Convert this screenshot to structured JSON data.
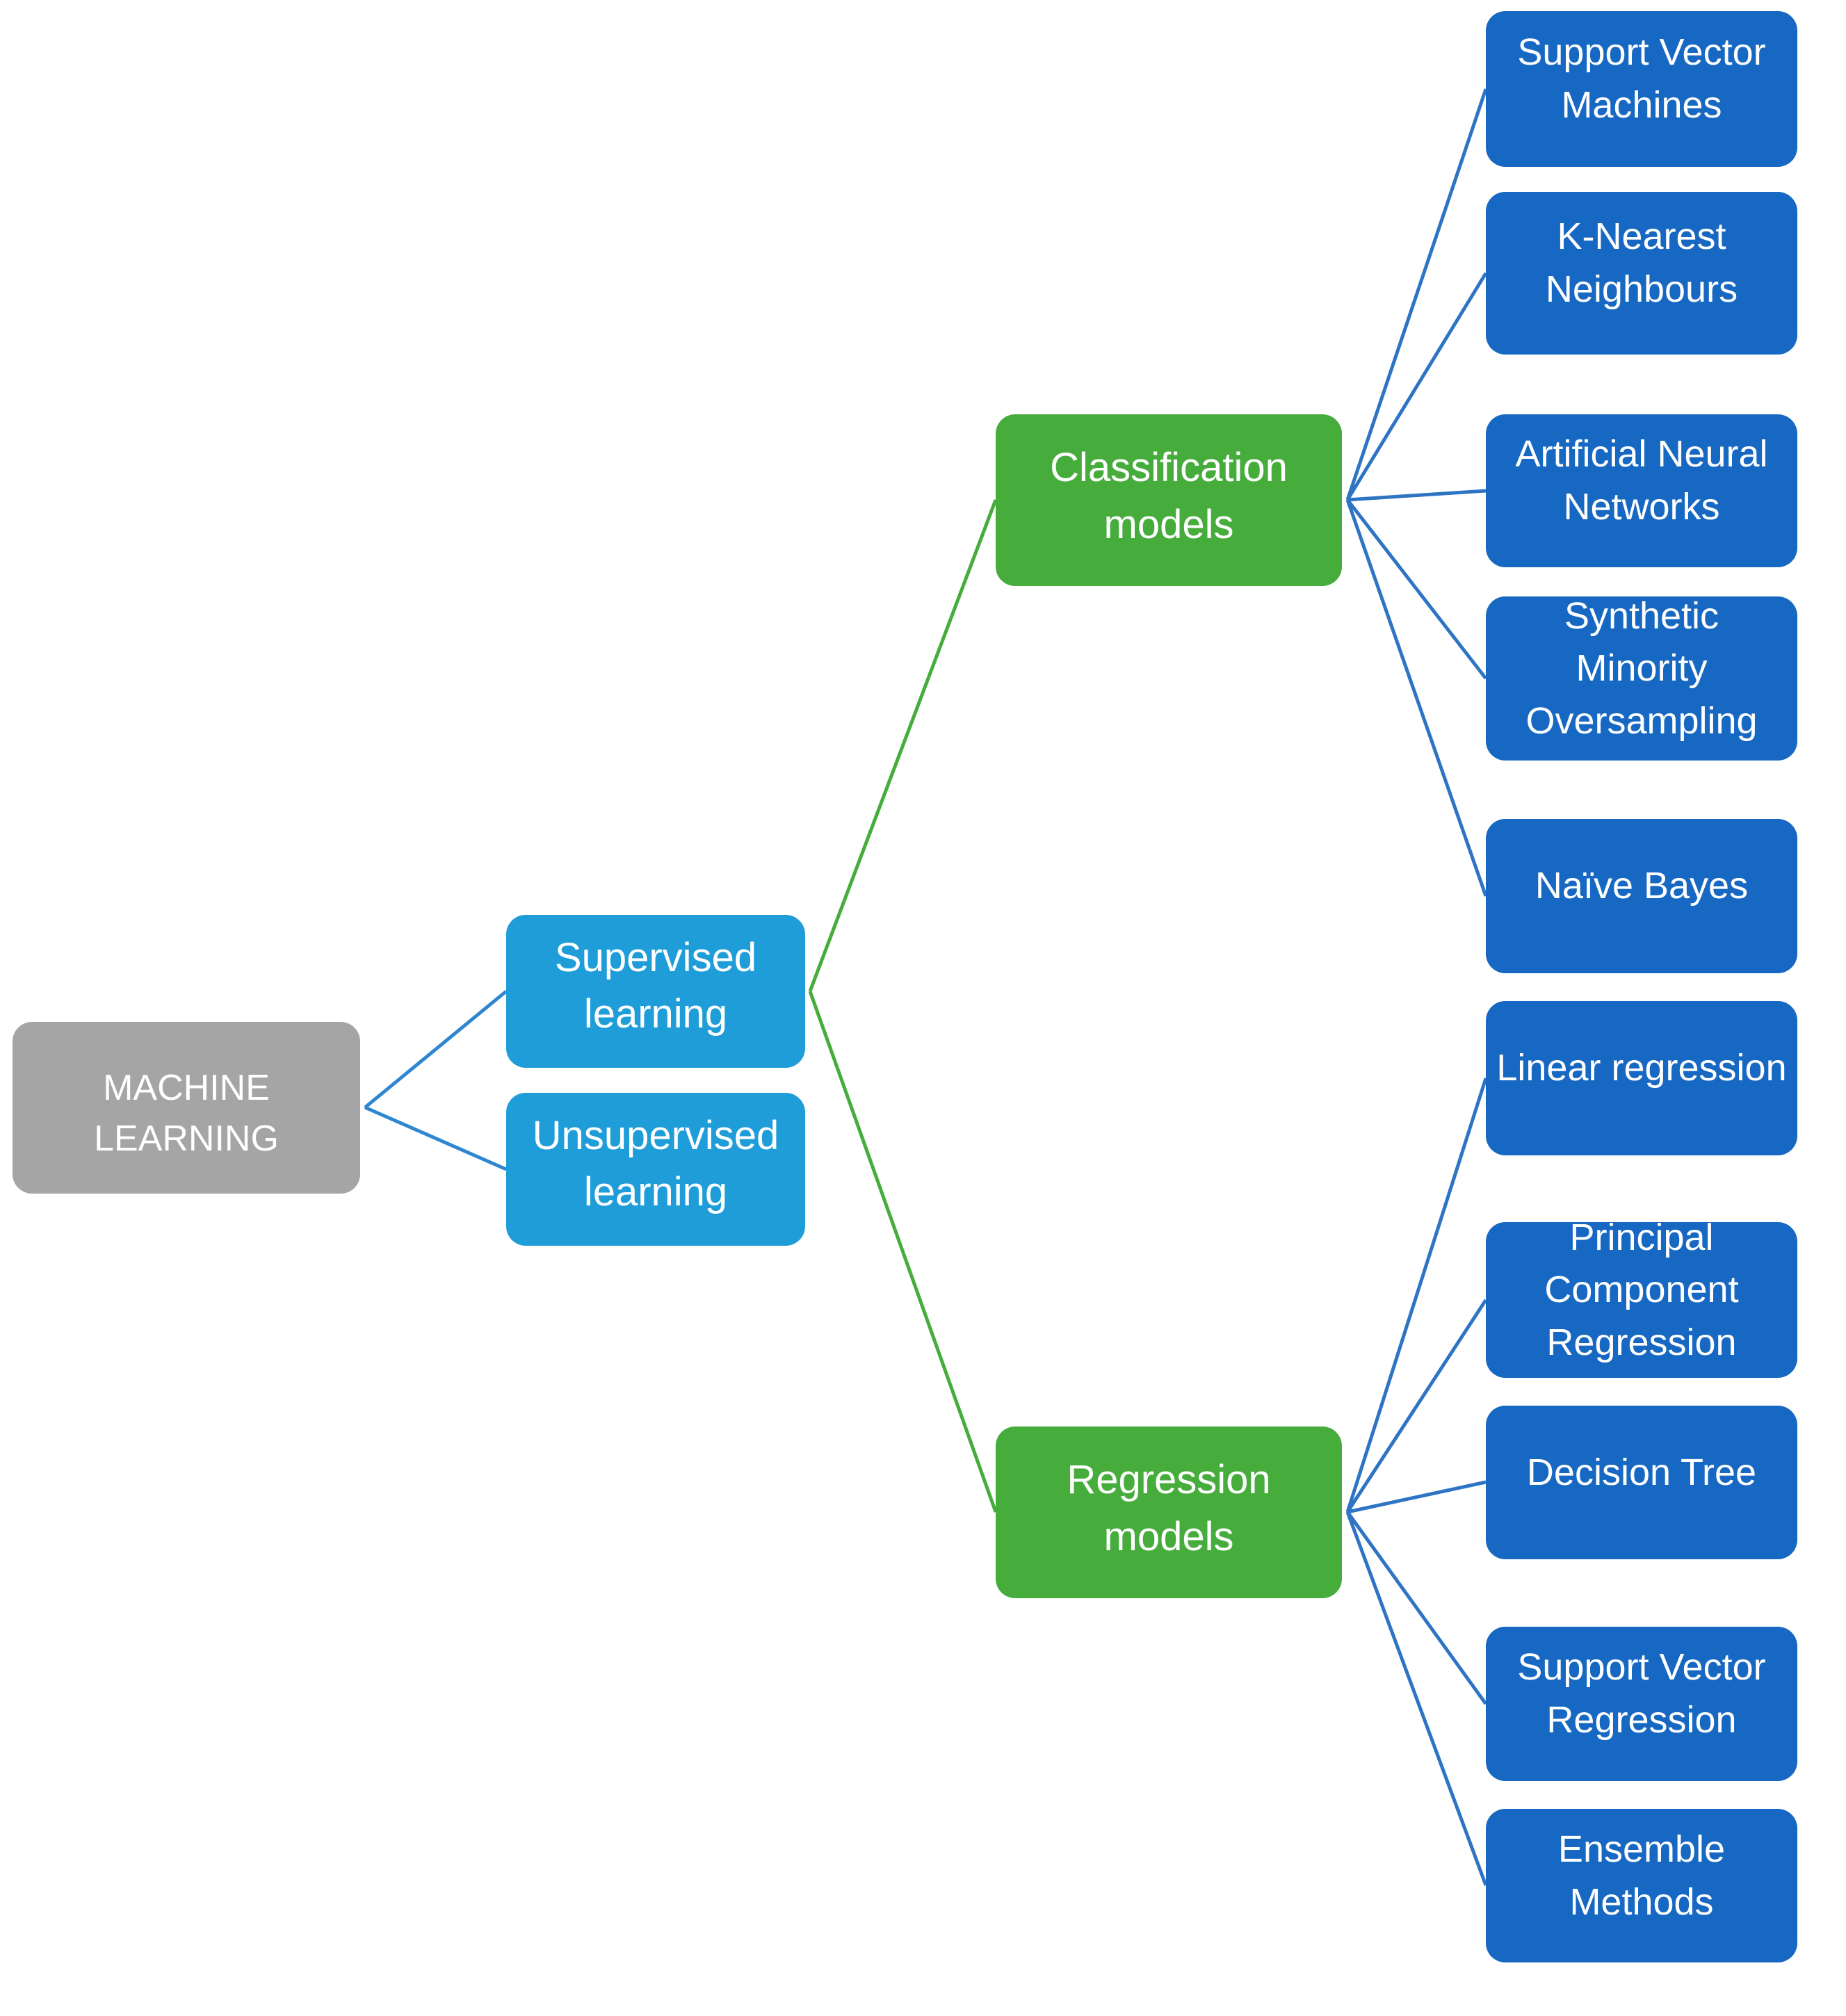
{
  "diagram": {
    "root": {
      "label": "MACHINE LEARNING"
    },
    "branches": [
      {
        "label": "Supervised learning"
      },
      {
        "label": "Unsupervised learning"
      }
    ],
    "groups": [
      {
        "label": "Classification models"
      },
      {
        "label": "Regression models"
      }
    ],
    "classification_models": [
      "Support Vector Machines",
      "K-Nearest Neighbours",
      "Artificial Neural Networks",
      "Synthetic Minority Oversampling",
      "Naïve Bayes"
    ],
    "regression_models": [
      "Linear regression",
      "Principal Component Regression",
      "Decision Tree",
      "Support Vector Regression",
      "Ensemble Methods"
    ]
  },
  "colors": {
    "root_fill": "#A5A5A5",
    "branch_fill": "#1F9DD9",
    "group_fill": "#46AD3C",
    "leaf_fill": "#1768C2",
    "text": "#FFFFFF",
    "root_connector": "#2E86D0",
    "group_connector": "#46AD3C",
    "leaf_connector": "#2E74C4",
    "background": "#FFFFFF"
  }
}
